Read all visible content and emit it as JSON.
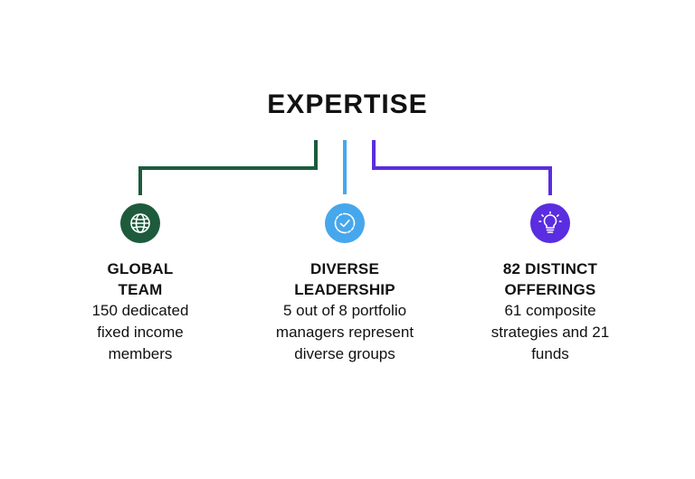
{
  "title": "EXPERTISE",
  "colors": {
    "green": "#1d5b3c",
    "blue": "#47a7ec",
    "purple": "#5a2de0"
  },
  "columns": [
    {
      "icon": "globe-icon",
      "heading_line1": "GLOBAL",
      "heading_line2": "TEAM",
      "body_line1": "150 dedicated",
      "body_line2": "fixed income",
      "body_line3": "members"
    },
    {
      "icon": "checkmark-badge-icon",
      "heading_line1": "DIVERSE",
      "heading_line2": "LEADERSHIP",
      "body_line1": "5 out of 8 portfolio",
      "body_line2": "managers represent",
      "body_line3": "diverse groups"
    },
    {
      "icon": "lightbulb-icon",
      "heading_line1": "82 DISTINCT",
      "heading_line2": "OFFERINGS",
      "body_line1": "61 composite",
      "body_line2": "strategies and 21",
      "body_line3": "funds"
    }
  ]
}
